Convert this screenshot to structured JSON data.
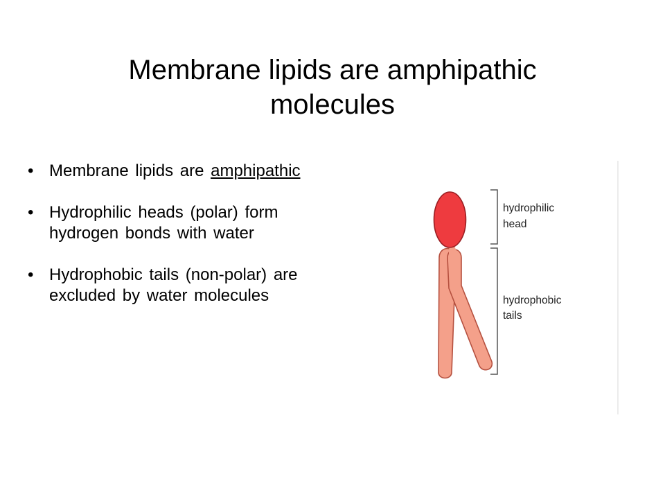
{
  "slide": {
    "title": "Membrane lipids are amphipathic molecules"
  },
  "bullets": [
    {
      "prefix": "Membrane lipids are ",
      "emphasis": "amphipathic",
      "suffix": ""
    },
    {
      "prefix": "Hydrophilic heads (polar) form hydrogen bonds with water",
      "emphasis": "",
      "suffix": ""
    },
    {
      "prefix": "Hydrophobic tails (non-polar) are excluded by water molecules",
      "emphasis": "",
      "suffix": ""
    }
  ],
  "diagram": {
    "head_label_line1": "hydrophilic",
    "head_label_line2": "head",
    "tail_label_line1": "hydrophobic",
    "tail_label_line2": "tails",
    "colors": {
      "head_fill": "#ee3b3f",
      "head_stroke": "#9a1e22",
      "tail_fill": "#f4a08a",
      "tail_stroke": "#b5503f",
      "bracket": "#555555"
    }
  }
}
